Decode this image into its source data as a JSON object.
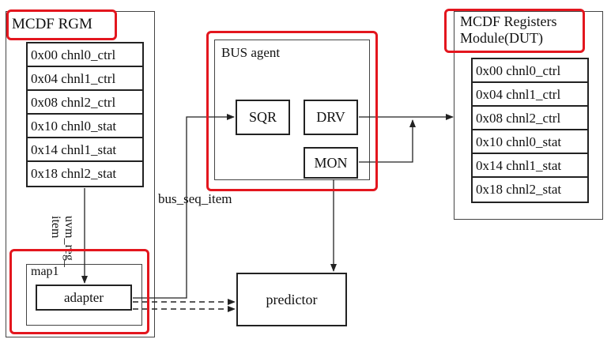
{
  "rgm": {
    "title": "MCDF RGM",
    "registers": [
      "0x00 chnl0_ctrl",
      "0x04 chnl1_ctrl",
      "0x08 chnl2_ctrl",
      "0x10 chnl0_stat",
      "0x14 chnl1_stat",
      "0x18 chnl2_stat"
    ],
    "vertical_label_1": "uvm_reg_",
    "vertical_label_2": "item",
    "map_label": "map1",
    "adapter_label": "adapter"
  },
  "bus_agent": {
    "title": "BUS agent",
    "sqr": "SQR",
    "drv": "DRV",
    "mon": "MON"
  },
  "bus_seq_item_label": "bus_seq_item",
  "predictor_label": "predictor",
  "dut": {
    "title_line1": "MCDF Registers",
    "title_line2": "Module(DUT)",
    "registers": [
      "0x00 chnl0_ctrl",
      "0x04 chnl1_ctrl",
      "0x08 chnl2_ctrl",
      "0x10 chnl0_stat",
      "0x14 chnl1_stat",
      "0x18 chnl2_stat"
    ]
  },
  "colors": {
    "highlight": "#e3161e",
    "line": "#222222"
  }
}
